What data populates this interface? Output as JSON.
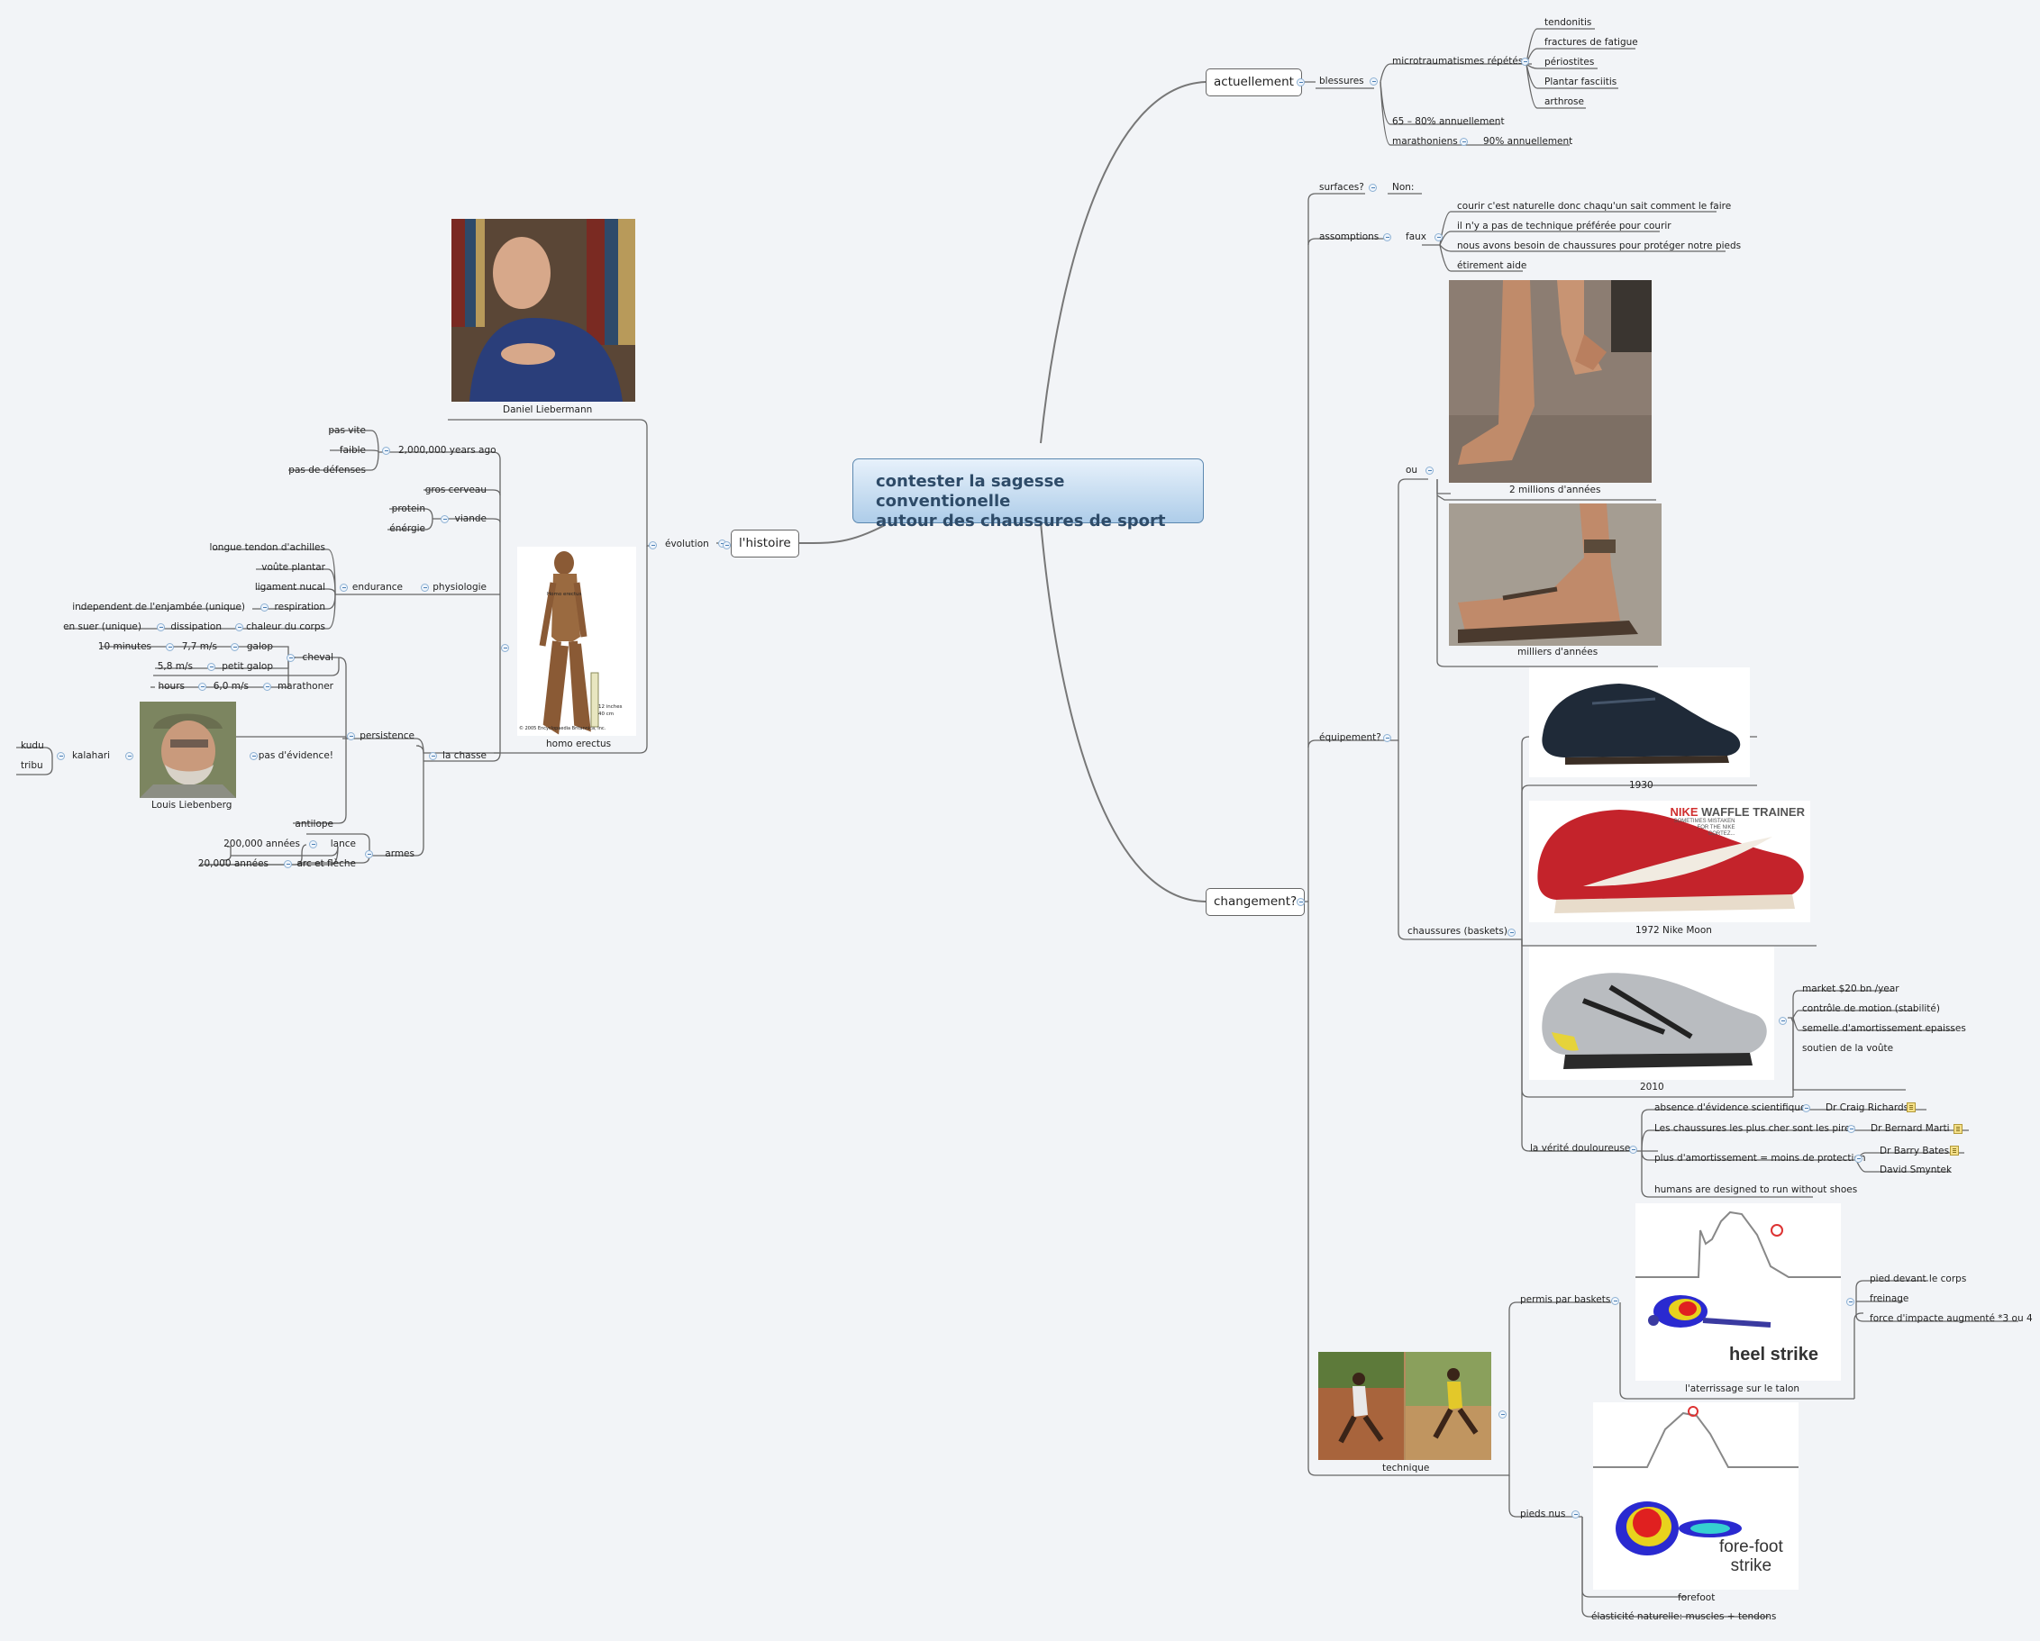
{
  "central": {
    "line1": "contester la sagesse conventionelle",
    "line2": "autour des chaussures de sport"
  },
  "main": {
    "histoire": "l'histoire",
    "actuellement": "actuellement",
    "changement": "changement?"
  },
  "actuellement": {
    "blessures": "blessures",
    "micro": "microtraumatismes répétés",
    "micro_items": [
      "tendonitis",
      "fractures de fatigue",
      "périostites",
      "Plantar fasciitis",
      "arthrose"
    ],
    "pct": "65 – 80% annuellement",
    "marathoniens": "marathoniens",
    "marathon_pct": "90% annuellement"
  },
  "changement": {
    "surfaces": "surfaces?",
    "non": "Non:",
    "assomptions": "assomptions",
    "faux": "faux",
    "faux_items": [
      "courir c'est naturelle donc chaqu'un sait comment le faire",
      "il n'y a pas de technique préférée pour courir",
      "nous avons besoin de chaussures pour protéger notre pieds",
      "étirement aide"
    ],
    "equipement": "équipement?",
    "ou": "ou",
    "cap_barefoot": "2 millions d'années",
    "cap_sandal": "milliers d'années",
    "chaussures": "chaussures (baskets)",
    "cap_1930": "1930",
    "cap_1972": "1972 Nike Moon",
    "nike_brand": "NIKE",
    "nike_model": "WAFFLE TRAINER",
    "nike_sub": "SOMETIMES MISTAKEN FOR THE NIKE CORTEZ...",
    "cap_2010": "2010",
    "items_2010": [
      "market $20 bn /year",
      "contrôle de motion (stabilité)",
      "semelle d'amortissement epaisses",
      "soutien de la voûte"
    ],
    "verite": "la vérité douloureuse",
    "verite_items": [
      {
        "text": "absence d'évidence scientifique",
        "who": "Dr Craig Richards"
      },
      {
        "text": "Les chaussures les plus cher sont les pires",
        "who": "Dr Bernard Marti"
      },
      {
        "text": "plus d'amortissement = moins de protection",
        "who": "Dr Barry Bates"
      },
      {
        "text": "humans are designed to run without shoes"
      }
    ],
    "david": "David Smyntek",
    "technique": "technique",
    "permis": "permis par baskets",
    "heel_label": "heel strike",
    "cap_heel": "l'aterrissage sur le talon",
    "heel_items": [
      "pied devant le corps",
      "freinage",
      "force d'impacte augmenté *3 ou 4"
    ],
    "pieds_nus": "pieds nus",
    "fore_label_1": "fore-foot",
    "fore_label_2": "strike",
    "cap_fore": "forefoot",
    "elasticite": "élasticité naturelle: muscles + tendons"
  },
  "histoire": {
    "evolution": "évolution",
    "daniel": "Daniel Liebermann",
    "homo": "homo erectus",
    "homo_img_title": "Homo erectus",
    "homo_scale_1": "12 inches",
    "homo_scale_2": "40 cm",
    "homo_copyright": "© 2005 Encyclopaedia Britannica, Inc.",
    "ago": "2,000,000 years ago",
    "ago_items": [
      "pas vite",
      "faible",
      "pas de défenses"
    ],
    "gros_cerveau": "gros cerveau",
    "viande": "viande",
    "viande_items": [
      "protein",
      "énérgie"
    ],
    "physiologie": "physiologie",
    "endurance": "endurance",
    "endurance_items": [
      "longue tendon d'achilles",
      "voûte plantar",
      "ligament nucal"
    ],
    "respiration": "respiration",
    "respiration_detail": "independent de l'enjambée (unique)",
    "chaleur": "chaleur du corps",
    "dissipation": "dissipation",
    "suer": "en suer (unique)",
    "la_chasse": "la chasse",
    "persistence": "persistence",
    "cheval": "cheval",
    "galop": "galop",
    "galop_speed": "7,7 m/s",
    "galop_time": "10 minutes",
    "petit_galop": "petit galop",
    "petit_galop_speed": "5,8 m/s",
    "marathoner": "marathoner",
    "marathoner_speed": "6,0 m/s",
    "hours": "hours",
    "pas_evidence": "pas d'évidence!",
    "louis": "Louis Liebenberg",
    "kalahari": "kalahari",
    "kalahari_items": [
      "kudu",
      "tribu"
    ],
    "antilope": "antilope",
    "armes": "armes",
    "lance": "lance",
    "lance_years": "200,000 années",
    "arc": "arc et flèche",
    "arc_years": "20,000 années"
  }
}
